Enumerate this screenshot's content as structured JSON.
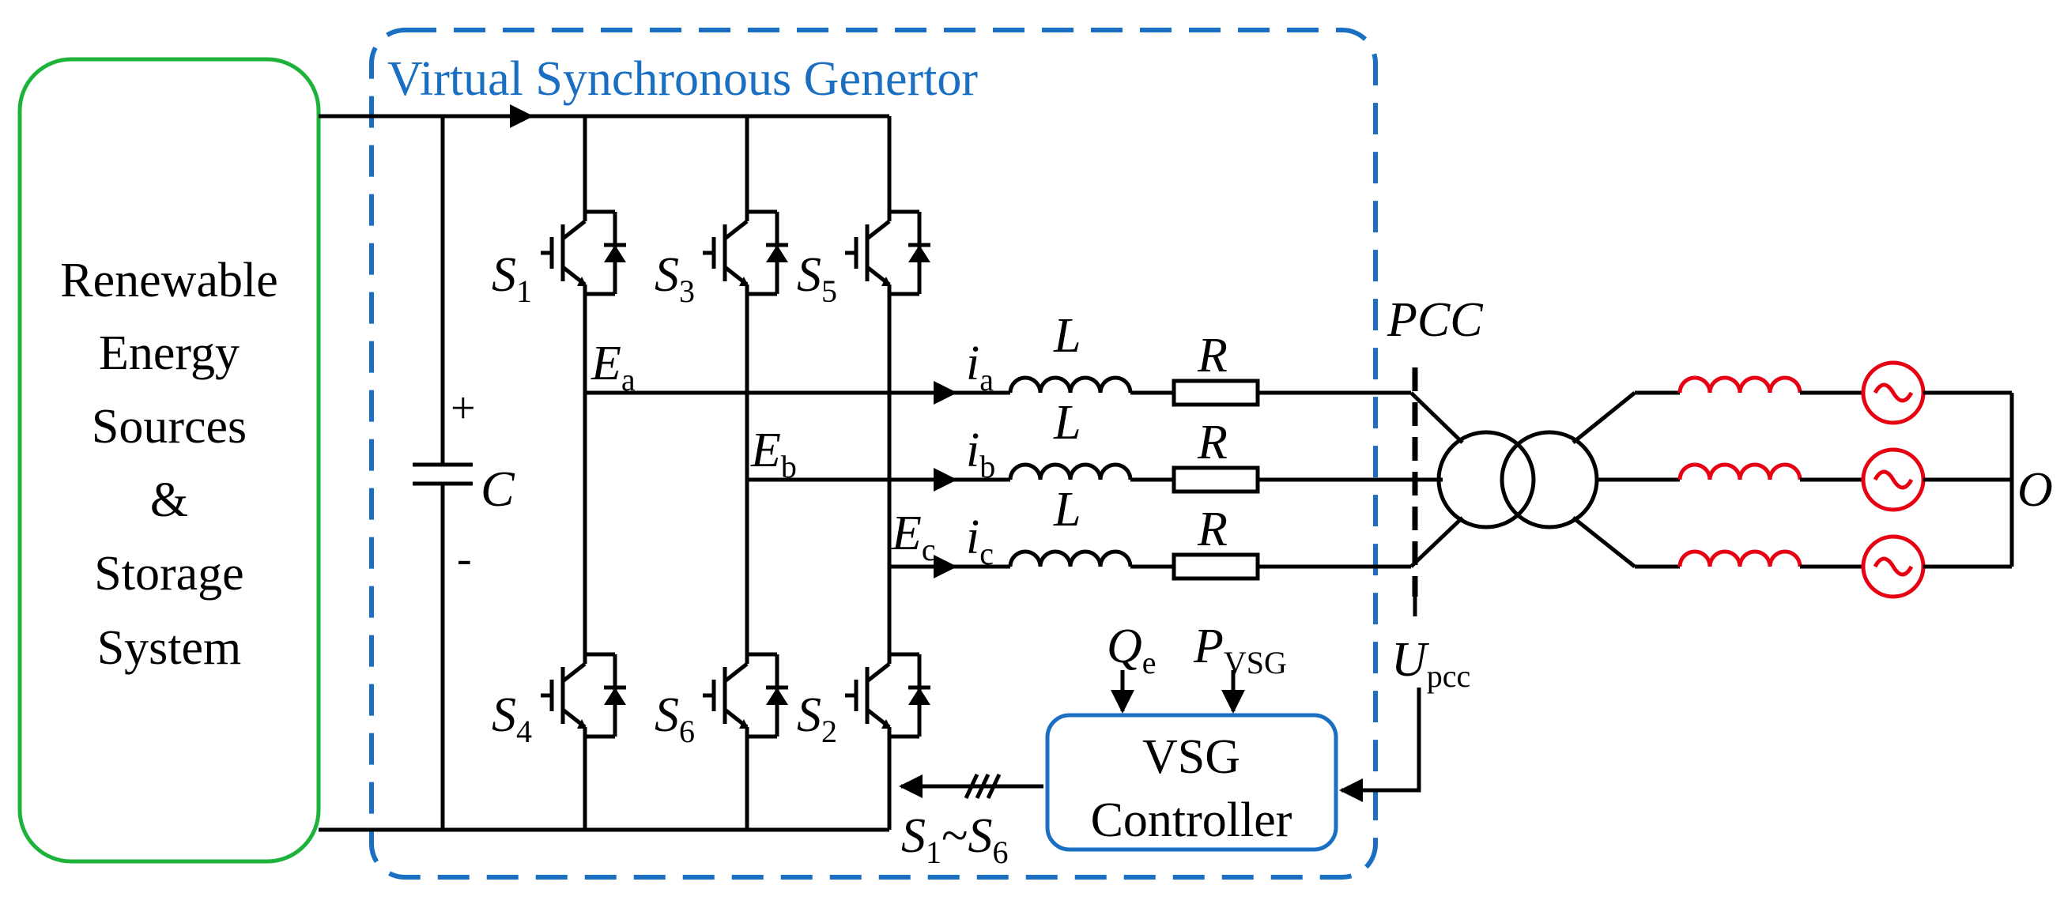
{
  "colors": {
    "source_box": "#1db33b",
    "vsg_box": "#1a6fc2",
    "wire": "#000000",
    "grid": "#e60012"
  },
  "source": {
    "lines": [
      "Renewable",
      "Energy",
      "Sources",
      "&",
      "Storage",
      "System"
    ]
  },
  "vsg": {
    "title": "Virtual Synchronous Genertor"
  },
  "dc_link": {
    "capacitor": "C",
    "plus": "+",
    "minus": "-"
  },
  "switches": [
    {
      "base": "S",
      "sub": "1"
    },
    {
      "base": "S",
      "sub": "3"
    },
    {
      "base": "S",
      "sub": "5"
    },
    {
      "base": "S",
      "sub": "4"
    },
    {
      "base": "S",
      "sub": "6"
    },
    {
      "base": "S",
      "sub": "2"
    }
  ],
  "phase_voltages": [
    {
      "base": "E",
      "sub": "a"
    },
    {
      "base": "E",
      "sub": "b"
    },
    {
      "base": "E",
      "sub": "c"
    }
  ],
  "currents": [
    {
      "base": "i",
      "sub": "a"
    },
    {
      "base": "i",
      "sub": "b"
    },
    {
      "base": "i",
      "sub": "c"
    }
  ],
  "filter": {
    "inductor": "L",
    "resistor": "R"
  },
  "pcc": {
    "label": "PCC",
    "voltage": {
      "base": "U",
      "sub": "pcc"
    }
  },
  "grid": {
    "neutral": "O"
  },
  "controller": {
    "line1": "VSG",
    "line2": "Controller",
    "input_q": {
      "base": "Q",
      "sub": "e"
    },
    "input_p": {
      "base": "P",
      "sub": "VSG"
    },
    "gate_signal": {
      "base1": "S",
      "sub1": "1",
      "sep": "~",
      "base2": "S",
      "sub2": "6"
    }
  }
}
